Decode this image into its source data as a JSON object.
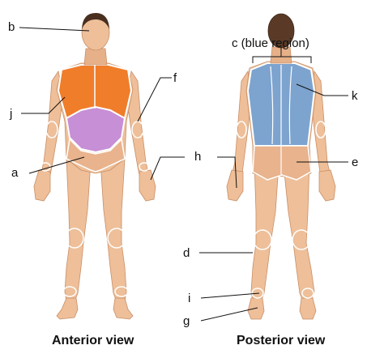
{
  "figure": {
    "labels": {
      "a": "a",
      "b": "b",
      "c": "c (blue region)",
      "d": "d",
      "e": "e",
      "f": "f",
      "g": "g",
      "h": "h",
      "i": "i",
      "j": "j",
      "k": "k"
    },
    "views": {
      "anterior": "Anterior view",
      "posterior": "Posterior view"
    },
    "colors": {
      "skin": "#eebf99",
      "skin_shadow": "#d99d74",
      "hair": "#4a2f1f",
      "region_outline": "#ffffff",
      "thorax_orange": "#f07d2a",
      "abdomen_purple": "#c68fd6",
      "back_blue": "#7da3cf",
      "leader_line": "#111111"
    }
  }
}
